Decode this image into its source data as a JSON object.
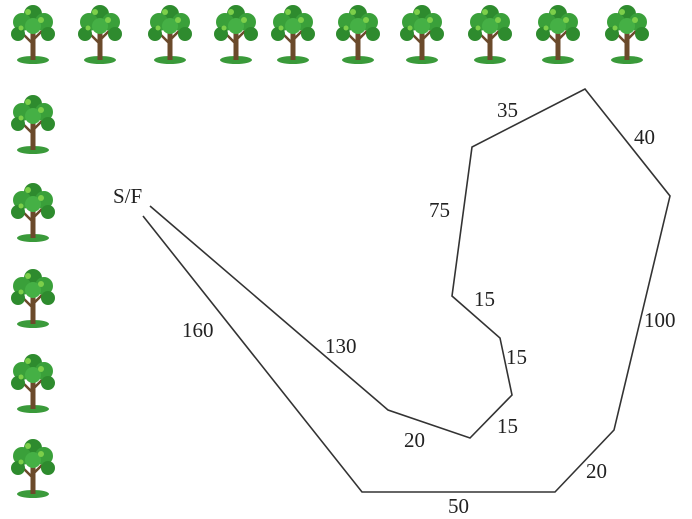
{
  "start_finish_label": "S/F",
  "segment_lengths": [
    {
      "id": "a",
      "text": "160"
    },
    {
      "id": "b",
      "text": "50"
    },
    {
      "id": "c",
      "text": "20"
    },
    {
      "id": "d",
      "text": "100"
    },
    {
      "id": "e",
      "text": "40"
    },
    {
      "id": "f",
      "text": "35"
    },
    {
      "id": "g",
      "text": "75"
    },
    {
      "id": "h",
      "text": "15"
    },
    {
      "id": "i",
      "text": "15"
    },
    {
      "id": "j",
      "text": "15"
    },
    {
      "id": "k",
      "text": "20"
    },
    {
      "id": "l",
      "text": "130"
    }
  ],
  "trees": {
    "icon": "tree-icon",
    "top_row_count": 10,
    "left_column_count": 5,
    "colors": {
      "foliage": "#2e8b2e",
      "foliage_light": "#7ccf4a",
      "trunk": "#6b4a2b",
      "grass": "#3a9a3a"
    }
  },
  "line_color": "#333333"
}
